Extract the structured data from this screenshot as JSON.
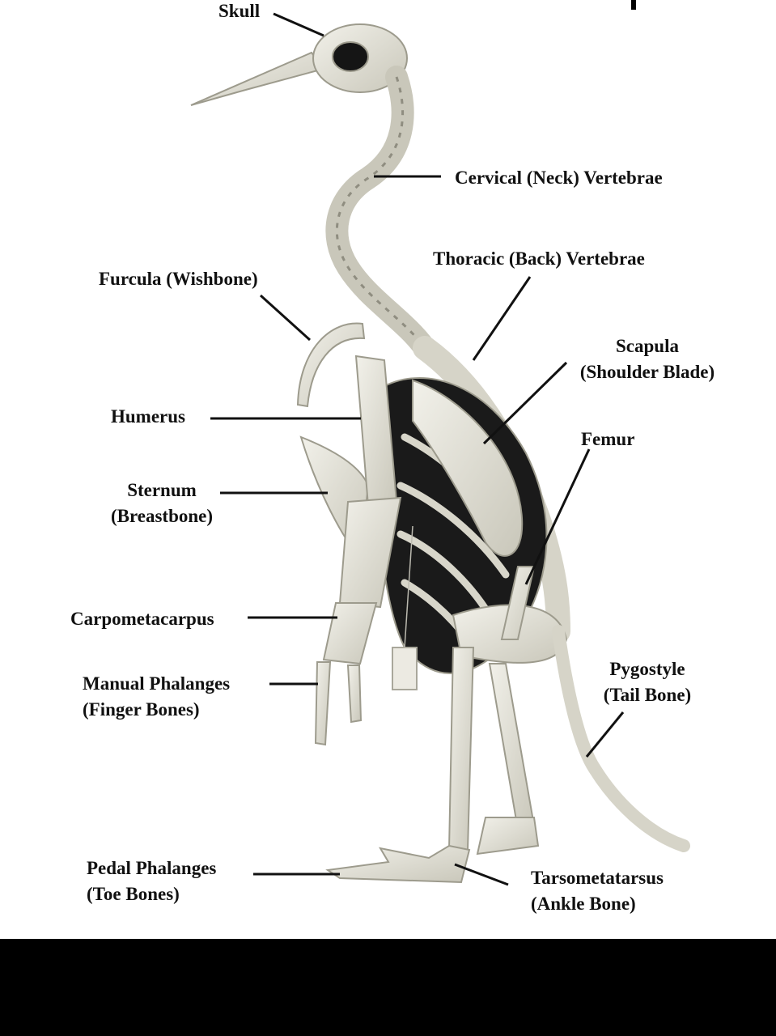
{
  "colors": {
    "background": "#ffffff",
    "bone": "#e4e2d8",
    "bone_shadow": "#b8b6a8",
    "cavity": "#151515",
    "leader": "#111111",
    "bottom_bar": "#000000"
  },
  "labels": {
    "skull": "Skull",
    "cervical": "Cervical (Neck) Vertebrae",
    "thoracic": "Thoracic (Back) Vertebrae",
    "furcula": "Furcula (Wishbone)",
    "scapula_1": "Scapula",
    "scapula_2": "(Shoulder Blade)",
    "humerus": "Humerus",
    "femur": "Femur",
    "sternum_1": "Sternum",
    "sternum_2": "(Breastbone)",
    "carpometacarpus": "Carpometacarpus",
    "manual_1": "Manual Phalanges",
    "manual_2": "(Finger Bones)",
    "pygostyle_1": "Pygostyle",
    "pygostyle_2": "(Tail Bone)",
    "pedal_1": "Pedal Phalanges",
    "pedal_2": "(Toe Bones)",
    "tarsometatarsus_1": "Tarsometatarsus",
    "tarsometatarsus_2": "(Ankle Bone)"
  }
}
